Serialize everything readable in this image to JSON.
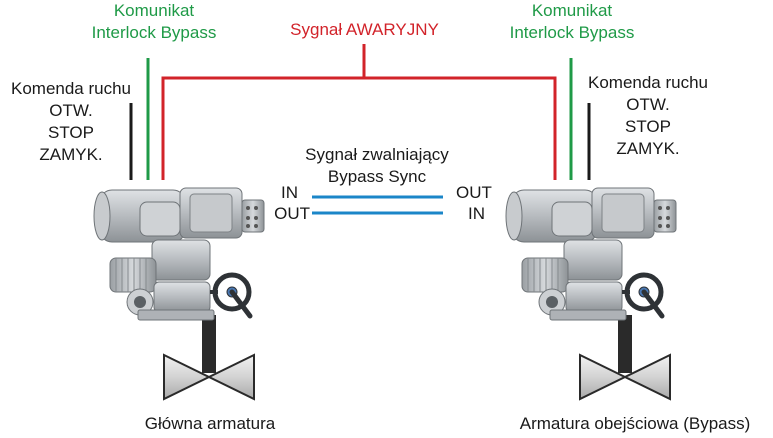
{
  "colors": {
    "interlock_green": "#1f9a47",
    "emergency_red": "#d2232a",
    "bypass_blue": "#1b86c8",
    "command_black": "#1a1a1a",
    "actuator_grey": "#b9bdc1"
  },
  "left_station": {
    "interlock_label_line1": "Komunikat",
    "interlock_label_line2": "Interlock Bypass",
    "command_line1": "Komenda ruchu",
    "command_line2": "OTW.",
    "command_line3": "STOP",
    "command_line4": "ZAMYK.",
    "valve_caption": "Główna armatura"
  },
  "right_station": {
    "interlock_label_line1": "Komunikat",
    "interlock_label_line2": "Interlock Bypass",
    "command_line1": "Komenda ruchu",
    "command_line2": "OTW.",
    "command_line3": "STOP",
    "command_line4": "ZAMYK.",
    "valve_caption": "Armatura obejściowa (Bypass)"
  },
  "emergency_signal": {
    "label": "Sygnał AWARYJNY"
  },
  "bypass_signal": {
    "label_line1": "Sygnał zwalniający",
    "label_line2": "Bypass Sync",
    "left_in": "IN",
    "left_out": "OUT",
    "right_out": "OUT",
    "right_in": "IN"
  }
}
